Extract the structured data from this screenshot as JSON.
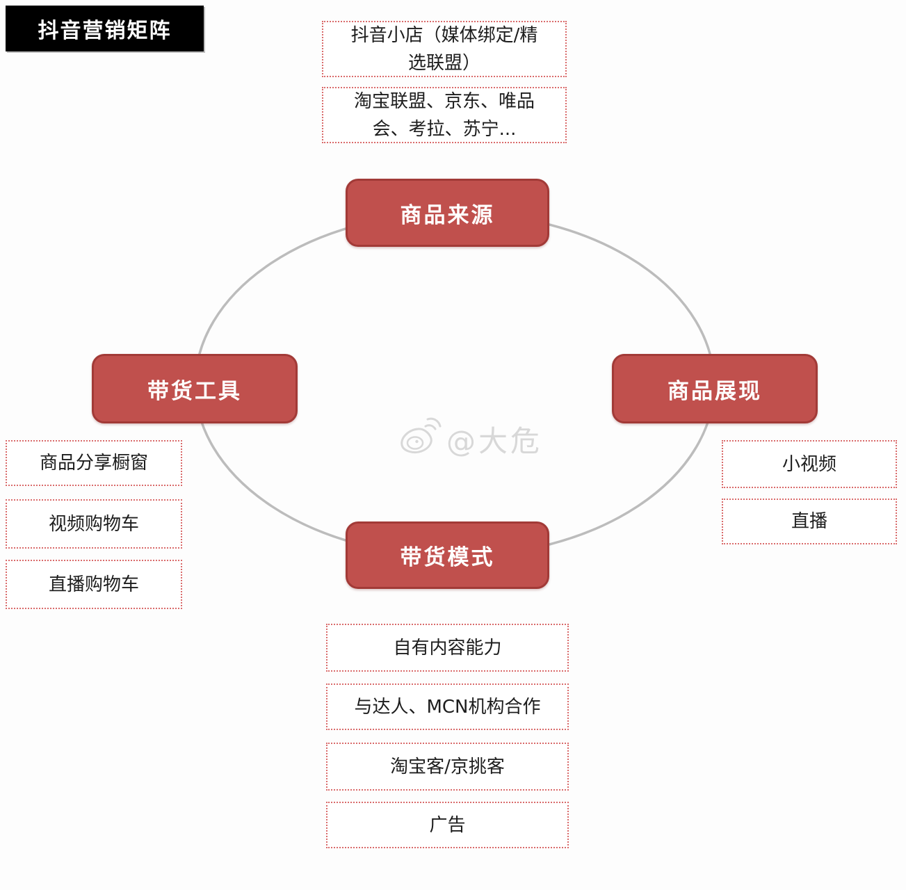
{
  "title": "抖音营销矩阵",
  "watermark": "@大危",
  "nodes": {
    "top": "商品来源",
    "left": "带货工具",
    "right": "商品展现",
    "bottom": "带货模式"
  },
  "top_items": [
    "抖音小店（媒体绑定/精选联盟）",
    "淘宝联盟、京东、唯品会、考拉、苏宁..."
  ],
  "left_items": [
    "商品分享橱窗",
    "视频购物车",
    "直播购物车"
  ],
  "right_items": [
    "小视频",
    "直播"
  ],
  "bottom_items": [
    "自有内容能力",
    "与达人、MCN机构合作",
    "淘宝客/京挑客",
    "广告"
  ],
  "colors": {
    "node_fill": "#c0504d",
    "node_border": "#a23a37",
    "dotted_border": "#d96a6a",
    "ellipse_stroke": "#bcbcbc",
    "watermark_gray": "#d8d8d8",
    "title_bg": "#000000"
  }
}
